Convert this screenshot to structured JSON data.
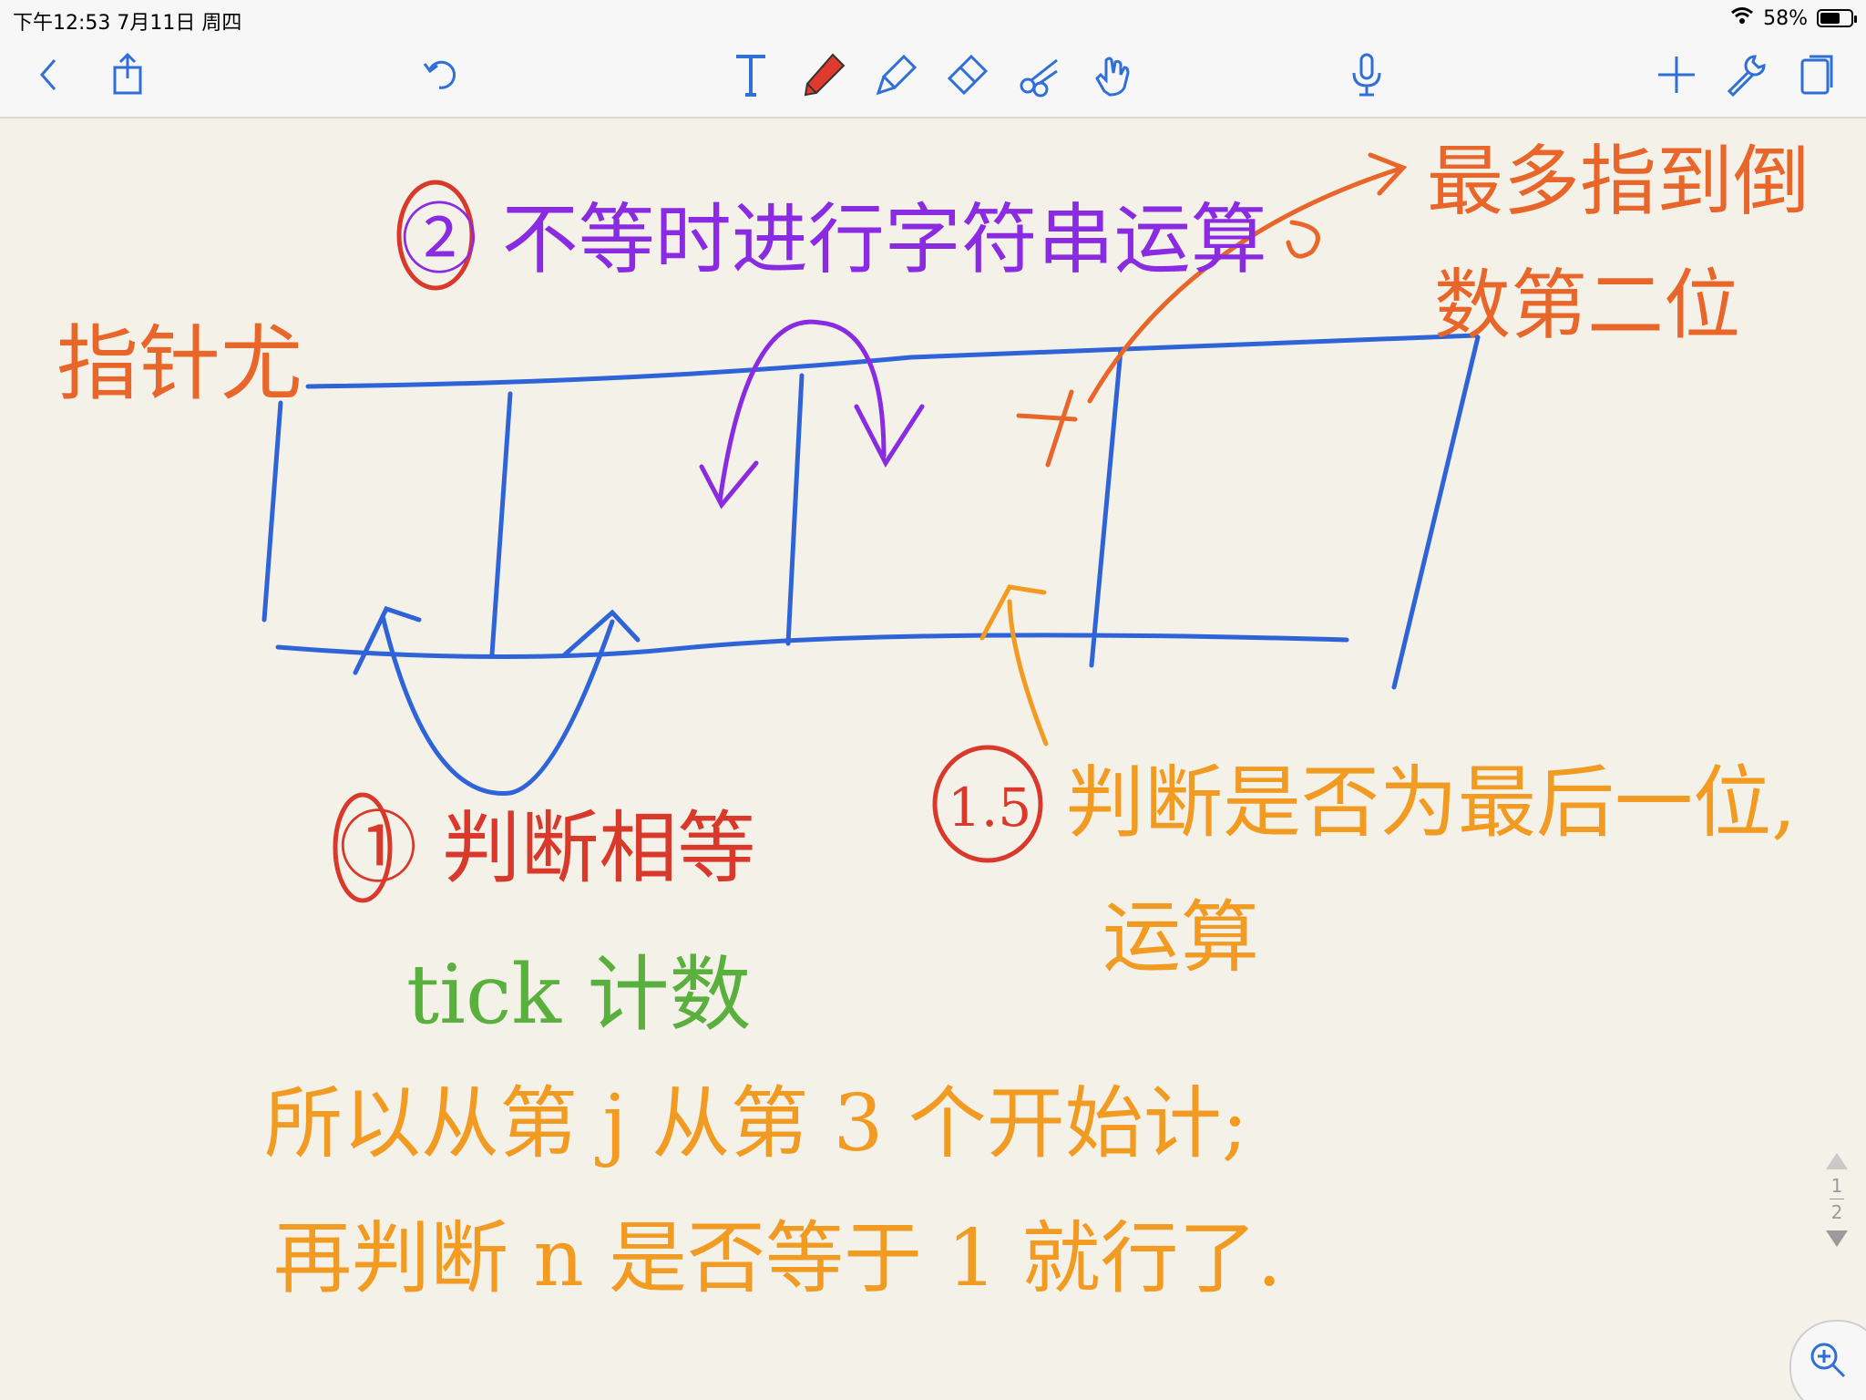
{
  "status_bar": {
    "time_date": "下午12:53   7月11日 周四",
    "battery": "58%",
    "battery_level": 0.58
  },
  "toolbar": {
    "left": [
      "back-icon",
      "share-icon",
      "undo-icon"
    ],
    "tools": [
      "text-tool-icon",
      "pen-tool-icon",
      "highlighter-tool-icon",
      "eraser-tool-icon",
      "lasso-scissors-icon",
      "hand-tool-icon"
    ],
    "right": [
      "microphone-icon",
      "add-icon",
      "settings-icon",
      "pages-icon"
    ],
    "colors": {
      "accent": "#2f6fd6",
      "pen_active": "#e03a2e"
    }
  },
  "notes": {
    "pointer_label": "指针尤",
    "step2": "② 不等时进行字符串运算",
    "top_right_1": "最多指到倒",
    "top_right_2": "数第二位",
    "step1": "① 判断相等",
    "tick": "tick 计数",
    "step15": "1.5",
    "step15_text": "判断是否为最后一位,",
    "step15_text2": "运算",
    "line1": "所以从第 j 从第 3 个开始计;",
    "line2": "再判断 n 是否等于 1 就行了."
  },
  "ink_colors": {
    "blue": "#2f63d8",
    "red": "#d9392b",
    "orange": "#e8662a",
    "purple": "#8a2be2",
    "green": "#59b03c",
    "amber": "#f29b22"
  },
  "page_control": {
    "current": "1",
    "total": "2"
  }
}
